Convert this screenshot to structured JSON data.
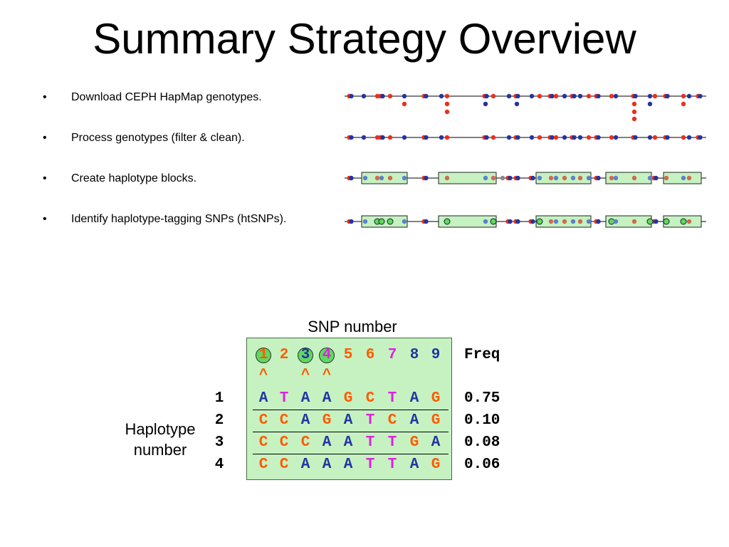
{
  "title": "Summary Strategy Overview",
  "bullets": [
    {
      "marker": "•",
      "text": "Download CEPH HapMap genotypes."
    },
    {
      "marker": "•",
      "text": "Process genotypes (filter & clean)."
    },
    {
      "marker": "•",
      "text": "Create haplotype blocks."
    },
    {
      "marker": "•",
      "text": "Identify haplotype-tagging SNPs (htSNPs)."
    }
  ],
  "colors": {
    "red": "#e8301e",
    "blue": "#2434a0",
    "magenta": "#e020e0",
    "orange": "#ff5a00",
    "block_fill": "#c6f2c2",
    "tag_fill": "#5fd85f"
  },
  "table": {
    "snp_axis_label": "SNP number",
    "haplotype_axis_label": "Haplotype number",
    "haplotype_axis_lines": [
      "Haplotype",
      "number"
    ],
    "freq_header": "Freq",
    "snp_numbers": [
      "1",
      "2",
      "3",
      "4",
      "5",
      "6",
      "7",
      "8",
      "9"
    ],
    "tagged_snps": [
      "1",
      "3",
      "4"
    ],
    "tag_marker": "^",
    "haplotypes": [
      {
        "number": "1",
        "alleles": [
          "A",
          "T",
          "A",
          "A",
          "G",
          "C",
          "T",
          "A",
          "G"
        ],
        "freq": "0.75"
      },
      {
        "number": "2",
        "alleles": [
          "C",
          "C",
          "A",
          "G",
          "A",
          "T",
          "C",
          "A",
          "G"
        ],
        "freq": "0.10"
      },
      {
        "number": "3",
        "alleles": [
          "C",
          "C",
          "C",
          "A",
          "A",
          "T",
          "T",
          "G",
          "A"
        ],
        "freq": "0.08"
      },
      {
        "number": "4",
        "alleles": [
          "C",
          "C",
          "A",
          "A",
          "A",
          "T",
          "T",
          "A",
          "G"
        ],
        "freq": "0.06"
      }
    ]
  }
}
